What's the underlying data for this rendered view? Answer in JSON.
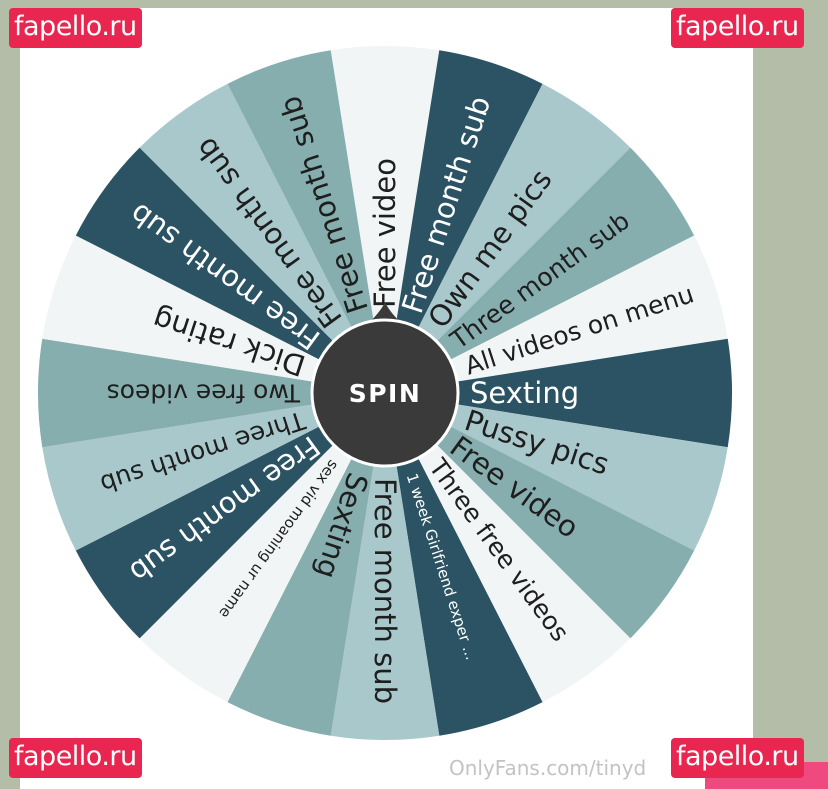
{
  "wheel": {
    "button_label": "SPIN",
    "segments": [
      {
        "label": "Free video",
        "color": "#f2f5f5",
        "text_color": "#1e1e1e"
      },
      {
        "label": "Free month sub",
        "color": "#2b5363",
        "text_color": "#ffffff"
      },
      {
        "label": "Own me pics",
        "color": "#a9c8cb",
        "text_color": "#1e1e1e"
      },
      {
        "label": "Three month sub",
        "color": "#87aeae",
        "text_color": "#1e1e1e"
      },
      {
        "label": "All videos on menu",
        "color": "#f2f5f5",
        "text_color": "#1e1e1e"
      },
      {
        "label": "Sexting",
        "color": "#2b5363",
        "text_color": "#ffffff"
      },
      {
        "label": "Pussy pics",
        "color": "#a9c8cb",
        "text_color": "#1e1e1e"
      },
      {
        "label": "Free video",
        "color": "#87aeae",
        "text_color": "#1e1e1e"
      },
      {
        "label": "Three free videos",
        "color": "#f2f5f5",
        "text_color": "#1e1e1e"
      },
      {
        "label": "1 week Girlfriend exper ...",
        "color": "#2b5363",
        "text_color": "#ffffff"
      },
      {
        "label": "Free month sub",
        "color": "#a9c8cb",
        "text_color": "#1e1e1e"
      },
      {
        "label": "Sexting",
        "color": "#87aeae",
        "text_color": "#1e1e1e"
      },
      {
        "label": "sex vid moaning ur name",
        "color": "#f2f5f5",
        "text_color": "#1e1e1e"
      },
      {
        "label": "Free month sub",
        "color": "#2b5363",
        "text_color": "#ffffff"
      },
      {
        "label": "Three month sub",
        "color": "#a9c8cb",
        "text_color": "#1e1e1e"
      },
      {
        "label": "Two free videos",
        "color": "#87aeae",
        "text_color": "#1e1e1e"
      },
      {
        "label": "Dick rating",
        "color": "#f2f5f5",
        "text_color": "#1e1e1e"
      },
      {
        "label": "Free month sub",
        "color": "#2b5363",
        "text_color": "#ffffff"
      },
      {
        "label": "Free month sub",
        "color": "#a9c8cb",
        "text_color": "#1e1e1e"
      },
      {
        "label": "Free month sub",
        "color": "#87aeae",
        "text_color": "#1e1e1e"
      }
    ],
    "hub_color": "#3a3a3a"
  },
  "watermarks": {
    "top_left": "fapello.ru",
    "top_right": "fapello.ru",
    "bottom_left": "fapello.ru",
    "bottom_right": "fapello.ru"
  },
  "footer": {
    "credit": "OnlyFans.com/tinyd"
  },
  "colors": {
    "frame": "#b3bda7",
    "brand": "#e8264f",
    "pink": "#ee4a80"
  }
}
